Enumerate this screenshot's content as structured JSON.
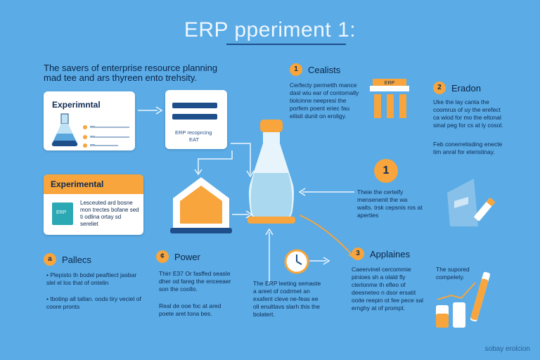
{
  "title": "ERP pperiment 1:",
  "intro": "The savers of enterprise resource planning mad tee and ars thyreen ento trehsity.",
  "card_experimental_top": {
    "title": "Experimntal",
    "rows": [
      "—",
      "—",
      "—"
    ]
  },
  "card_erp": {
    "line1": "ERP recoprcing",
    "line2": "EAT"
  },
  "card_experimental_bottom": {
    "header": "Experimental",
    "icon_label": "ERP",
    "text": "Lesceuted ard bosne mon trectes bofane sed ti odlina ortay sd sereliet"
  },
  "realists": {
    "number": "1",
    "label": "Cealists"
  },
  "realists_text": "Cerfecty permetth mance dasl wiu ear of contornally tiolcinne neepresi the porfem poent eriec fau eilisit dunit on eroligy.",
  "eradon": {
    "number": "2",
    "label": "Eradon"
  },
  "eradon_text": "Uke the lay canta the coomrus of uy the erefect ca wiod for mo the eltonal sinal peg for cs at ly cosol.",
  "eradon_bullet": "Feb conerretisding enecte tim anral for eteristinay.",
  "center_badge": "1",
  "center_text": "Theie the certeify mensenenit the wa walts. trsk cepsnis ros at aperties",
  "columns_label": "ERP",
  "pallecs": {
    "number": "a",
    "label": "Pallecs"
  },
  "pallecs_bullets": [
    "Plepisto th bodel peaftiect jasbar slel el los that of ontelin",
    "Ibotinp all tallan. oods tiry veciel of coore pronts"
  ],
  "power": {
    "number": "¢",
    "label": "Power"
  },
  "power_text": "Thirr E37 Or fasffed seasle dher od fareg the enceeaer son the coollo.",
  "power_bullet": "Real de ooe foc at ared poete aret tona bes.",
  "center_bottom_text": "The ERP leeting semaste a areet of codrmet an exafent cleve ne-feas ee oll enultlavs slarh this the bolatert.",
  "applaines": {
    "number": "3",
    "label": "Applaines"
  },
  "applaines_text": "Caeervinel cercommie pinioes sh a olald fly clerlonme th efleo of deesneteo n dsor ersatit ooite reepin ot fee pece sal ernghy at of prompt.",
  "stat_caption": "The supored compelety.",
  "footer": "sobay erolcion",
  "colors": {
    "background": "#5aabe6",
    "accent": "#f7a53c",
    "navy": "#1f4f8a",
    "bottle": "#a9d8ef"
  }
}
